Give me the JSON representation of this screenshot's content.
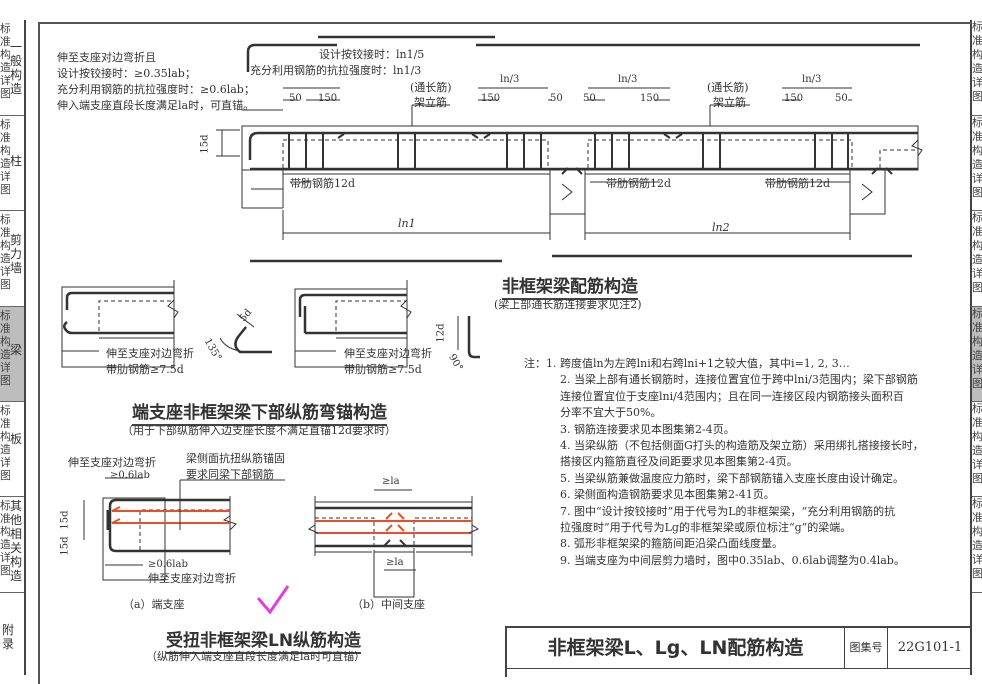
{
  "left_sidebar": {
    "items": [
      {
        "prefix": "标准构造详图",
        "label": "一般构造",
        "active": false
      },
      {
        "prefix": "标准构造详图",
        "label": "柱",
        "active": false
      },
      {
        "prefix": "标准构造详图",
        "label": "剪力墙",
        "active": false
      },
      {
        "prefix": "标准构造详图",
        "label": "梁",
        "active": true
      },
      {
        "prefix": "标准构造详图",
        "label": "板",
        "active": false
      },
      {
        "prefix": "标准构造详图",
        "label": "其他相关构造",
        "active": false
      },
      {
        "prefix": "",
        "label": "附录",
        "active": false
      }
    ]
  },
  "right_sidebar": {
    "items": [
      {
        "label": "标准构造详图",
        "active": false
      },
      {
        "label": "标准构造详图",
        "active": false
      },
      {
        "label": "标准构造详图",
        "active": false
      },
      {
        "label": "标准构造详图",
        "active": true
      },
      {
        "label": "标准构造详图",
        "active": false
      },
      {
        "label": "标准构造详图",
        "active": false
      }
    ]
  },
  "top_diagram": {
    "left_notes": [
      "伸至支座对边弯折且",
      "设计按铰接时：≥0.35lab；",
      "充分利用钢筋的抗拉强度时：≥0.6lab；",
      "伸入端支座直段长度满足la时，可直锚。"
    ],
    "top_bracket_notes": [
      "设计按铰接时：ln1/5",
      "充分利用钢筋的抗拉强度时：ln1/3"
    ],
    "dims": {
      "d50a": "50",
      "d150a": "150",
      "ln3_a": "ln/3",
      "d150b": "150",
      "d50b": "50",
      "d50c": "50",
      "ln3_b": "ln/3",
      "d150c": "150",
      "ln3_c": "ln/3",
      "d150d": "150",
      "d50d": "50",
      "d15d": "15d"
    },
    "labels": {
      "through_bar_1": "(通长筋)",
      "erection_bar_1": "架立筋",
      "through_bar_2": "(通长筋)",
      "erection_bar_2": "架立筋",
      "ribbed_1": "带肋钢筋12d",
      "ribbed_2": "带肋钢筋12d",
      "ribbed_3": "带肋钢筋12d",
      "span1": "ln1",
      "span2": "ln2"
    },
    "title": "非框架梁配筋构造",
    "subtitle": "(梁上部通长筋连接要求见注2)"
  },
  "anchor_diagram": {
    "left_label_1": "伸至支座对边弯折",
    "left_label_2": "带肋钢筋≥7.5d",
    "angle_1": "135°",
    "hook_1": "5d",
    "right_label_1": "伸至支座对边弯折",
    "right_label_2": "带肋钢筋≥7.5d",
    "angle_2": "90°",
    "hook_2": "12d",
    "title": "端支座非框架梁下部纵筋弯锚构造",
    "subtitle": "（用于下部纵筋伸入边支座长度不满足直锚12d要求时）"
  },
  "torsion_diagram": {
    "a_top_label": "伸至支座对边弯折",
    "a_top_dim": "≥0.6lab",
    "a_side_label_1": "梁侧面抗扭纵筋锚固",
    "a_side_label_2": "要求同梁下部钢筋",
    "a_dim_15d_1": "15d",
    "a_dim_15d_2": "15d",
    "a_bottom_dim": "≥0.6lab",
    "a_bottom_label": "伸至支座对边弯折",
    "a_caption": "（a）端支座",
    "b_top_dim": "≥la",
    "b_bottom_dim": "≥la",
    "b_caption": "（b）中间支座",
    "title": "受扭非框架梁LN纵筋构造",
    "subtitle": "（纵筋伸入端支座直段长度满足la时可直锚）"
  },
  "notes": {
    "lines": [
      {
        "text": "注：1. 跨度值ln为左跨lni和右跨lni+1之较大值，其中i=1, 2, 3…",
        "indent": false
      },
      {
        "text": "2. 当梁上部有通长钢筋时，连接位置宜位于跨中lni/3范围内；梁下部钢筋",
        "indent": true
      },
      {
        "text": "   连接位置宜位于支座lni/4范围内；且在同一连接区段内钢筋接头面积百",
        "indent": true
      },
      {
        "text": "   分率不宜大于50%。",
        "indent": true
      },
      {
        "text": "3. 钢筋连接要求见本图集第2-4页。",
        "indent": true
      },
      {
        "text": "4. 当梁纵筋（不包括侧面G打头的构造筋及架立筋）采用绑扎搭接接长时，",
        "indent": true
      },
      {
        "text": "   搭接区内箍筋直径及间距要求见本图集第2-4页。",
        "indent": true
      },
      {
        "text": "5. 当梁纵筋兼做温度应力筋时，梁下部钢筋锚入支座长度由设计确定。",
        "indent": true
      },
      {
        "text": "6. 梁侧面构造钢筋要求见本图集第2-41页。",
        "indent": true
      },
      {
        "text": "7. 图中“设计按铰接时”用于代号为L的非框架梁，“充分利用钢筋的抗",
        "indent": true
      },
      {
        "text": "   拉强度时”用于代号为Lg的非框架梁或原位标注“g”的梁端。",
        "indent": true
      },
      {
        "text": "8. 弧形非框架梁的箍筋间距沿梁凸面线度量。",
        "indent": true
      },
      {
        "text": "9. 当端支座为中间层剪力墙时，图中0.35lab、0.6lab调整为0.4lab。",
        "indent": true
      }
    ]
  },
  "title_block": {
    "title": "非框架梁L、Lg、LN配筋构造",
    "atlas_label": "图集号",
    "atlas_number": "22G101-1"
  },
  "annotation": {
    "checkmark_color": "#e040e0"
  },
  "colors": {
    "line": "#333333",
    "red_rebar": "#e8502a",
    "active_tab": "#bdbdbd"
  }
}
